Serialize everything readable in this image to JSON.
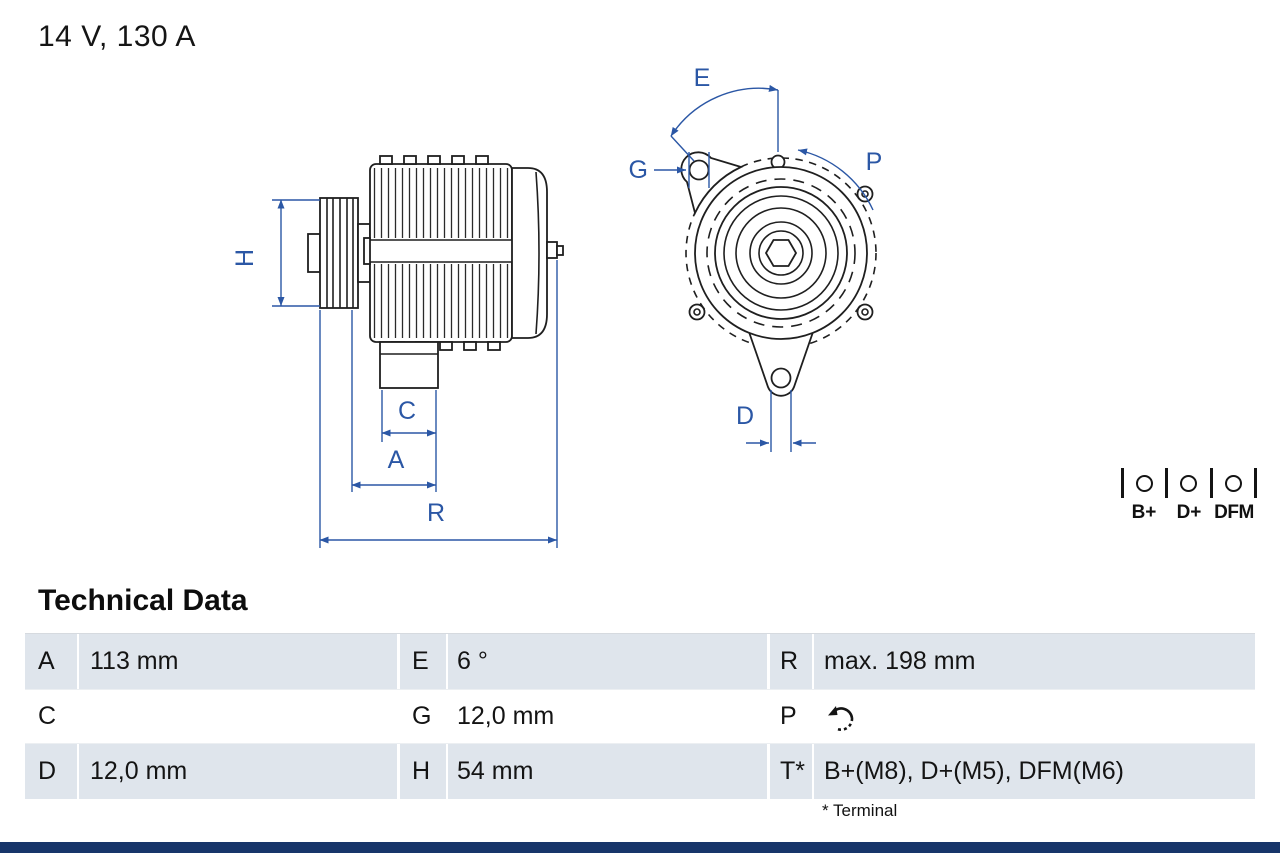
{
  "title": "14 V, 130 A",
  "drawing": {
    "dim_labels": {
      "H": "H",
      "C": "C",
      "A": "A",
      "R": "R",
      "E": "E",
      "G": "G",
      "P": "P",
      "D": "D"
    }
  },
  "terminal_panel": {
    "labels": [
      "B+",
      "D+",
      "DFM"
    ]
  },
  "technical_data": {
    "heading": "Technical Data",
    "footnote": "* Terminal",
    "rows": [
      {
        "c1": {
          "key": "A",
          "value": "113 mm"
        },
        "c2": {
          "key": "E",
          "value": "6 °"
        },
        "c3": {
          "key": "R",
          "value": "max. 198 mm"
        }
      },
      {
        "c1": {
          "key": "C",
          "value": ""
        },
        "c2": {
          "key": "G",
          "value": "12,0 mm"
        },
        "c3": {
          "key": "P",
          "value": ""
        }
      },
      {
        "c1": {
          "key": "D",
          "value": "12,0 mm"
        },
        "c2": {
          "key": "H",
          "value": "54 mm"
        },
        "c3": {
          "key": "T*",
          "value": "B+(M8), D+(M5), DFM(M6)"
        }
      }
    ]
  },
  "colors": {
    "dimension_blue": "#2b57a5",
    "row_shade": "#dfe5ec",
    "footer_bar": "#17356a"
  }
}
